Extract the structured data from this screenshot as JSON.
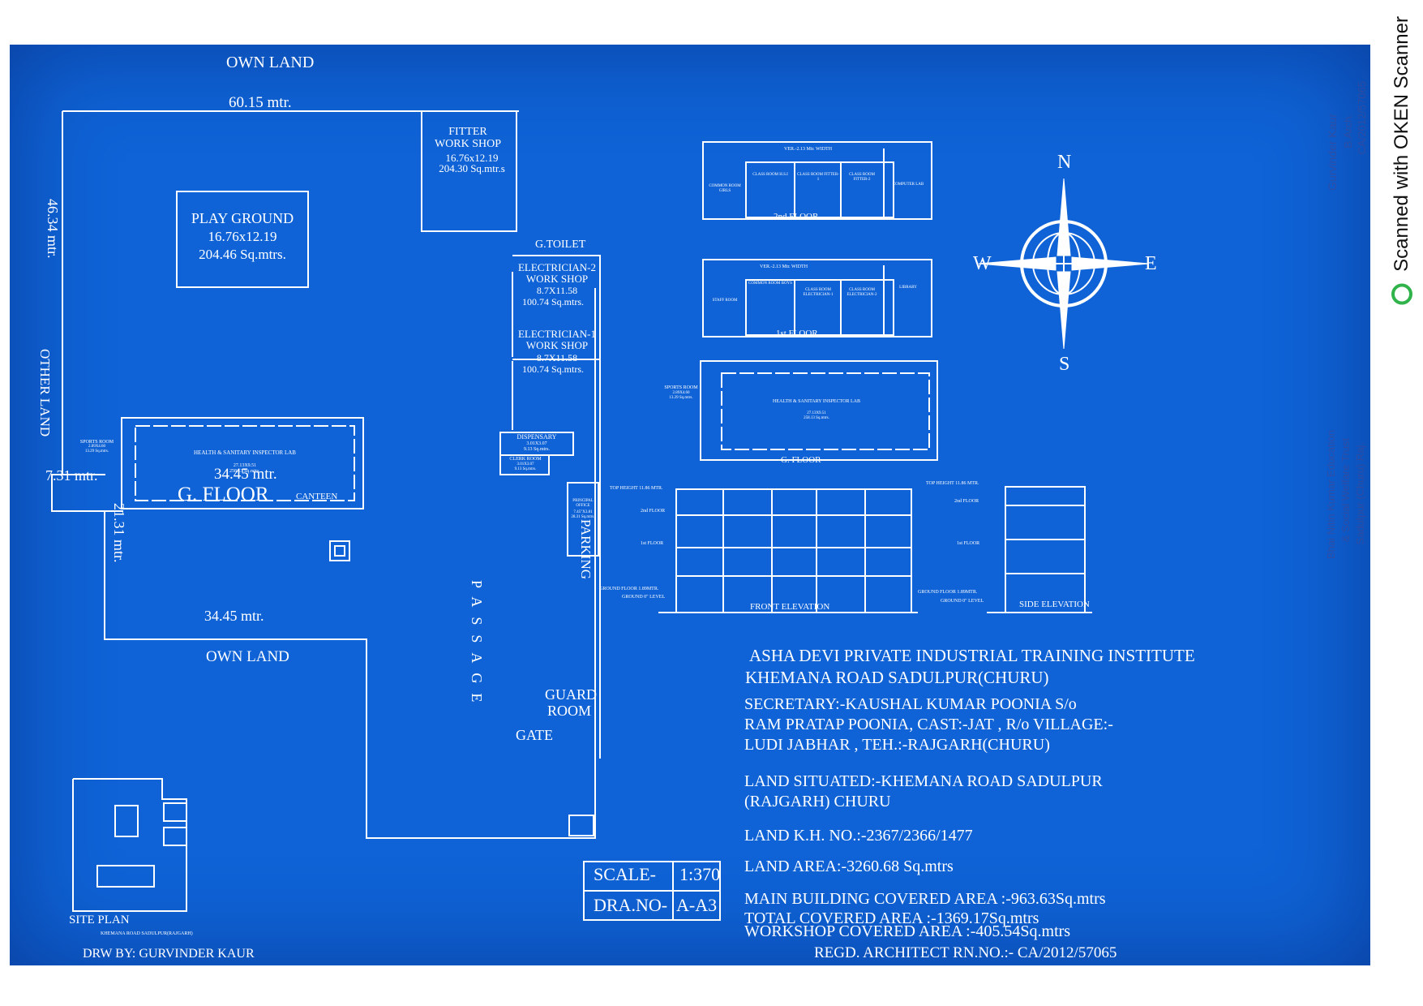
{
  "colors": {
    "blueprint": "#0f63d6",
    "ink": "#ffffff",
    "watermark_icon": "#2fb34a"
  },
  "watermark": "Scanned with OKEN Scanner",
  "stamp": {
    "line1": "Gurvinder Kaur",
    "line2": "B.Arch.",
    "line3": "CA/2012/57065",
    "trust1": "Bhai Nitin Kumar Education",
    "trust2": "& Social Welfare Trust",
    "trust3": "Sadulpur (Churu) Raj."
  },
  "site": {
    "own_land_top": "OWN LAND",
    "own_land_bottom": "OWN LAND",
    "other_land": "OTHER LAND",
    "dim_top": "60.15 mtr.",
    "dim_left": "46.34 mtr.",
    "dim_731": "7.31 mtr.",
    "dim_3445_a": "34.45 mtr.",
    "dim_3445_b": "34.45 mtr.",
    "dim_2131": "21.31 mtr.",
    "g_floor": "G. FLOOR",
    "canteen": "CANTEEN",
    "passage": "PASSAGE",
    "parking": "PARKING",
    "guard_room": "GUARD ROOM",
    "gate": "GATE",
    "g_toilet": "G.TOILET"
  },
  "rooms": {
    "playground": {
      "name": "PLAY GROUND",
      "dim": "16.76x12.19",
      "area": "204.46 Sq.mtrs."
    },
    "fitter": {
      "name": "FITTER WORK SHOP",
      "dim": "16.76x12.19",
      "area": "204.30 Sq.mtr.s"
    },
    "elec2": {
      "name": "ELECTRICIAN-2 WORK SHOP",
      "dim": "8.7X11.58",
      "area": "100.74 Sq.mtrs."
    },
    "elec1": {
      "name": "ELECTRICIAN-1 WORK SHOP",
      "dim": "8.7X11.58",
      "area": "100.74 Sq.mtrs."
    },
    "dispensary": {
      "name": "DISPENSARY",
      "dim": "3.01X3.07",
      "area": "9.13 Sq.mtrs."
    },
    "clerk": {
      "name": "CLERK ROOM",
      "dim": "3.01X3.07",
      "area": "9.13 Sq.mtrs."
    },
    "principal": {
      "name": "PRINCIPAL OFFICE",
      "dim": "7.45\"X3.81",
      "area": "28.31 Sq.mtrs."
    },
    "health": {
      "name": "HEALTH & SANITARY INSPECTOR LAB",
      "dim": "27.13X9.51",
      "area": "258.13 Sq.mtrs."
    },
    "sports": {
      "name": "SPORTS ROOM",
      "dim": "2.89X4.60",
      "area": "13.29 Sq.mtrs."
    }
  },
  "floors": {
    "second": {
      "label": "2nd FLOOR",
      "ver": "VER.-2.13 Mtr. WIDTH",
      "rooms": [
        "COMMON ROOM GIRLS",
        "CLASS ROOM H.S.I",
        "CLASS ROOM FITTER-1",
        "CLASS ROOM FITTER-2",
        "COMPUTER LAB"
      ]
    },
    "first": {
      "label": "1st FLOOR",
      "ver": "VER.-2.13 Mtr. WIDTH",
      "rooms": [
        "STAFF ROOM",
        "COMMON ROOM BOYS",
        "CLASS ROOM ELECTRICIAN-1",
        "CLASS ROOM ELECTRICIAN-2",
        "LIBRARY"
      ]
    },
    "ground": {
      "label": "G. FLOOR"
    }
  },
  "elevations": {
    "front": "FRONT ELEVATION",
    "side": "SIDE ELEVATION",
    "top_height": "TOP HEIGHT 11.86 MTR.",
    "top_height_side": "TOP HEIGHT 11.86 MTR.",
    "second": "2nd FLOOR",
    "first": "1st FLOOR",
    "ground_floor": "GROUND FLOOR 1.89MTR.",
    "ground_level": "GROUND 0\" LEVEL"
  },
  "compass": {
    "n": "N",
    "s": "S",
    "e": "E",
    "w": "W"
  },
  "info": {
    "title1": "ASHA DEVI PRIVATE INDUSTRIAL TRAINING INSTITUTE",
    "title2": "KHEMANA ROAD SADULPUR(CHURU)",
    "sec1": "SECRETARY:-KAUSHAL KUMAR POONIA S/o",
    "sec2": "RAM PRATAP POONIA, CAST:-JAT , R/o VILLAGE:-",
    "sec3": "LUDI JABHAR , TEH.:-RAJGARH(CHURU)",
    "land1": "LAND SITUATED:-KHEMANA ROAD SADULPUR",
    "land2": "(RAJGARH) CHURU",
    "kh": "LAND K.H. NO.:-2367/2366/1477",
    "area": "LAND AREA:-3260.68 Sq.mtrs",
    "main": "MAIN BUILDING COVERED AREA :-963.63Sq.mtrs",
    "workshop": "WORKSHOP  COVERED AREA :-405.54Sq.mtrs",
    "total": "TOTAL COVERED AREA :-1369.17Sq.mtrs",
    "regd": "REGD. ARCHITECT RN.NO.:- CA/2012/57065",
    "drw": "DRW BY: GURVINDER KAUR"
  },
  "scale_box": {
    "scale_label": "SCALE-",
    "scale_value": "1:370",
    "dra_label": "DRA.NO-",
    "dra_value": "A-A3"
  },
  "site_plan": {
    "label": "SITE PLAN",
    "road": "KHEMANA ROAD SADULPUR(RAJGARH)"
  }
}
